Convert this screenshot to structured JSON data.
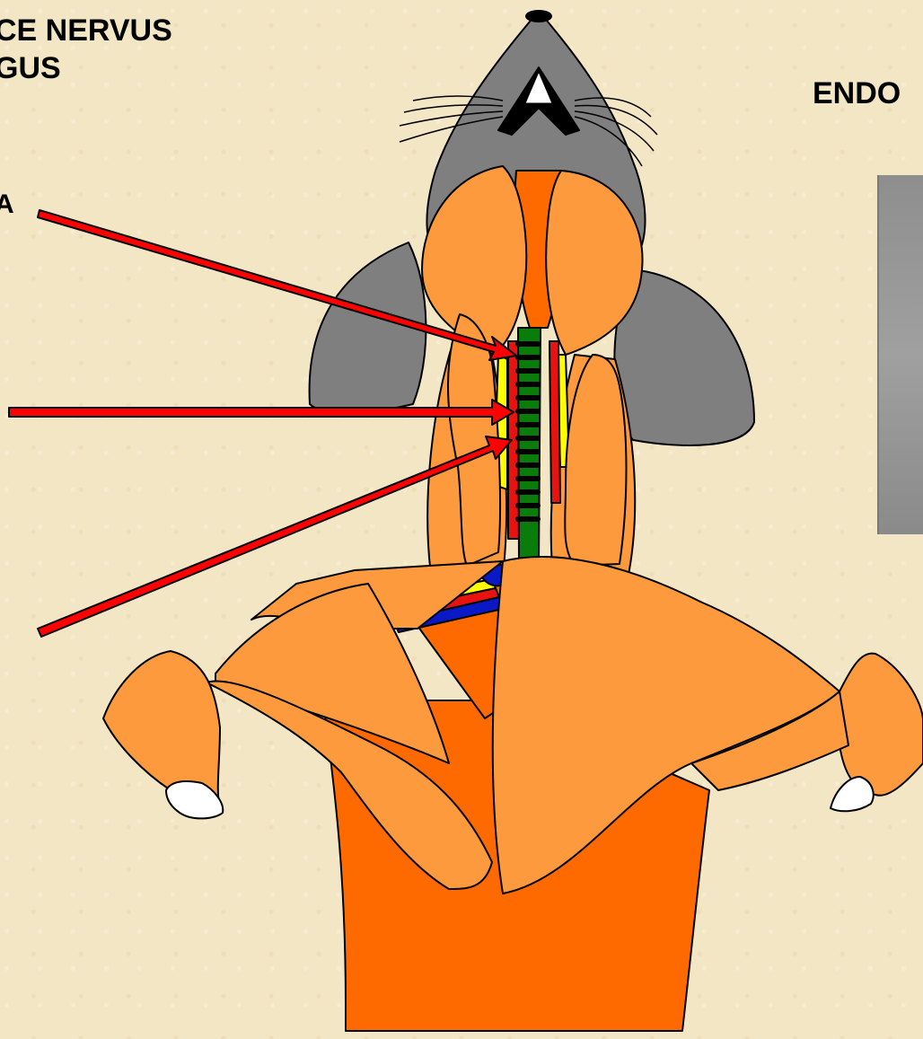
{
  "header": {
    "line1": "CE NERVUS",
    "line2": "GUS",
    "right_title": "ENDO",
    "left_stub": "A"
  },
  "colors": {
    "background": "#f3e6c4",
    "muscle_light": "#fd9a3d",
    "muscle_dark": "#ff6a00",
    "skin_gray": "#7f7f7f",
    "trachea_green": "#0a7c0a",
    "artery_red": "#e8130f",
    "nerve_yellow": "#ffff00",
    "vein_blue": "#0a19c8",
    "arrow_red": "#ff0000"
  },
  "icons": [
    "mouse-head-icon",
    "pointer-arrow-icon"
  ]
}
